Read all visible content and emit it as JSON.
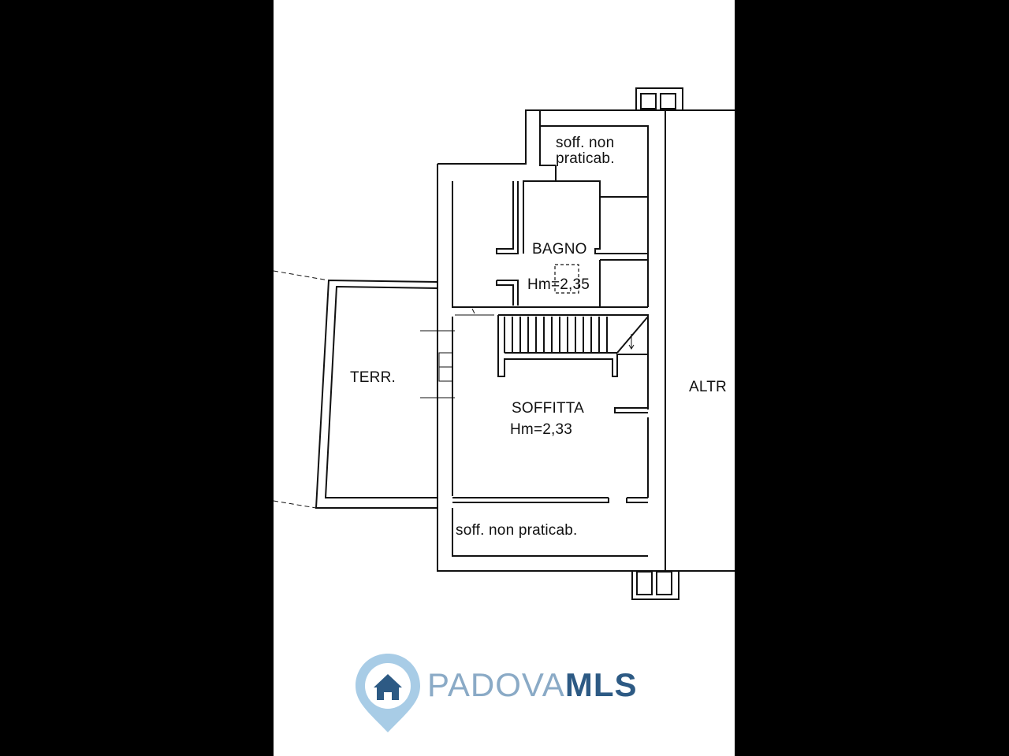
{
  "floorplan": {
    "rooms": {
      "soff_top_1": "soff. non",
      "soff_top_2": "praticab.",
      "bagno": "BAGNO",
      "bagno_height": "Hm=2,35",
      "terrace": "TERR.",
      "soffitta": "SOFFITTA",
      "soffitta_height": "Hm=2,33",
      "soff_bottom": "soff. non praticab.",
      "other_unit": "ALTR"
    }
  },
  "logo": {
    "part1": "PADOVA",
    "part2": "MLS",
    "colors": {
      "light": "#8aaac6",
      "dark": "#2d5a84",
      "pin": "#a8cce6"
    },
    "icon": "house-pin-icon"
  }
}
